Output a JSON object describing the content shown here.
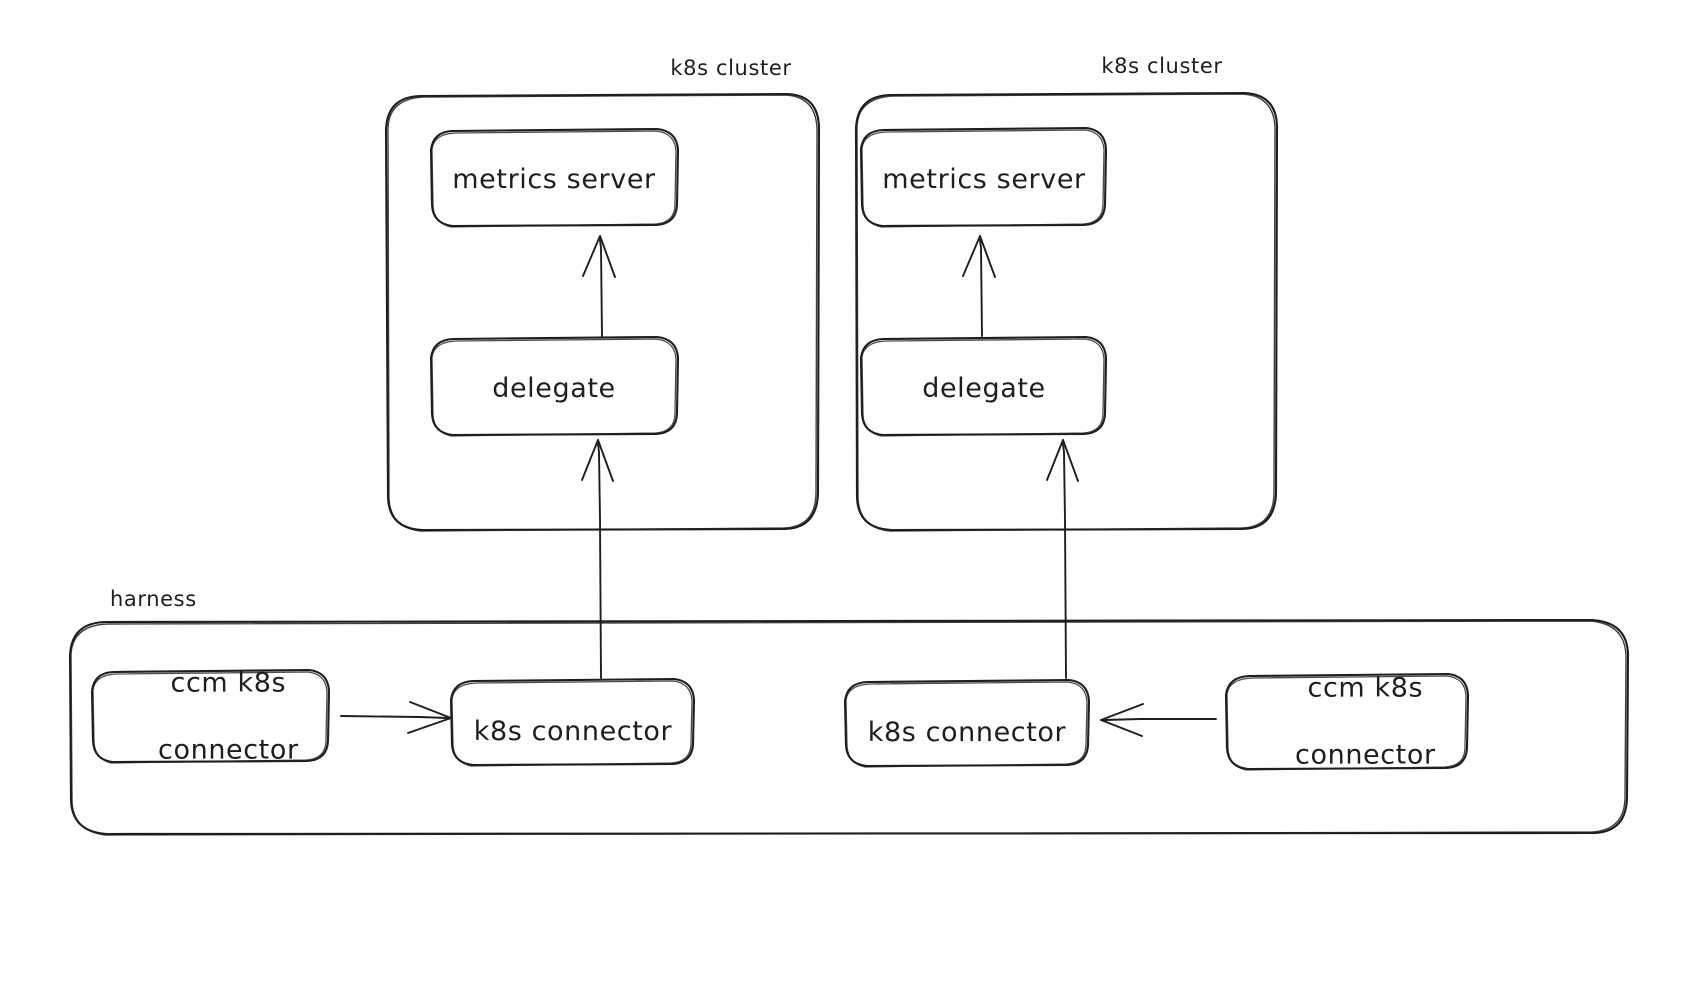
{
  "diagram": {
    "title": "harness ccm k8s connector to k8s cluster metrics flow",
    "style": "hand-drawn sketch",
    "stroke_color": "#1e1e1e",
    "background_color": "#ffffff"
  },
  "groups": [
    {
      "id": "k8s-cluster-left",
      "label": "k8s cluster",
      "label_position": "top-right-outside"
    },
    {
      "id": "k8s-cluster-right",
      "label": "k8s cluster",
      "label_position": "top-right-outside"
    },
    {
      "id": "harness",
      "label": "harness",
      "label_position": "top-left-outside"
    }
  ],
  "nodes": {
    "metrics_server_left": "metrics server",
    "metrics_server_right": "metrics server",
    "delegate_left": "delegate",
    "delegate_right": "delegate",
    "k8s_connector_left": "k8s connector",
    "k8s_connector_right": "k8s connector",
    "ccm_k8s_connector_left_line1": "ccm k8s",
    "ccm_k8s_connector_left_line2": "connector",
    "ccm_k8s_connector_right_line1": "ccm k8s",
    "ccm_k8s_connector_right_line2": "connector"
  },
  "edges": [
    {
      "id": "edge-delegate-to-metrics-left",
      "from": "delegate_left",
      "to": "metrics_server_left",
      "direction": "up",
      "arrowhead": "end"
    },
    {
      "id": "edge-delegate-to-metrics-right",
      "from": "delegate_right",
      "to": "metrics_server_right",
      "direction": "up",
      "arrowhead": "end"
    },
    {
      "id": "edge-connector-to-delegate-left",
      "from": "k8s_connector_left",
      "to": "delegate_left",
      "direction": "up",
      "arrowhead": "end"
    },
    {
      "id": "edge-connector-to-delegate-right",
      "from": "k8s_connector_right",
      "to": "delegate_right",
      "direction": "up",
      "arrowhead": "end"
    },
    {
      "id": "edge-ccm-to-connector-left",
      "from": "ccm_k8s_connector_left",
      "to": "k8s_connector_left",
      "direction": "right",
      "arrowhead": "end"
    },
    {
      "id": "edge-ccm-to-connector-right",
      "from": "ccm_k8s_connector_right",
      "to": "k8s_connector_right",
      "direction": "left",
      "arrowhead": "end"
    }
  ]
}
